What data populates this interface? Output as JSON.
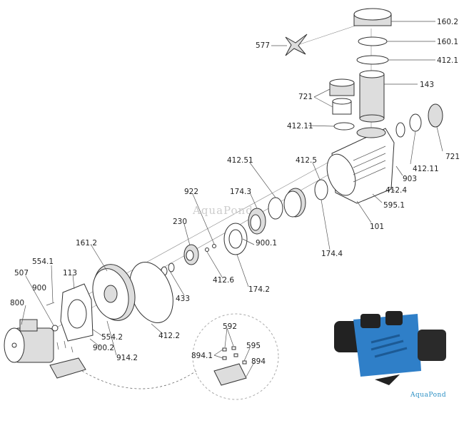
{
  "diagram": {
    "watermark": "AquaPond",
    "logo": "AquaPond",
    "labels": {
      "p160_2": "160.2",
      "p160_1": "160.1",
      "p412_1": "412.1",
      "p577": "577",
      "p143": "143",
      "p721a": "721",
      "p412_11a": "412.11",
      "p412_51": "412.51",
      "p412_5": "412.5",
      "p174_3": "174.3",
      "p922": "922",
      "p230": "230",
      "p161_2": "161.2",
      "p554_1": "554.1",
      "p507": "507",
      "p113": "113",
      "p900": "900",
      "p800": "800",
      "p433": "433",
      "p412_6": "412.6",
      "p174_2": "174.2",
      "p900_1": "900.1",
      "p174_4": "174.4",
      "p101": "101",
      "p595_1": "595.1",
      "p412_4": "412.4",
      "p903": "903",
      "p412_11b": "412.11",
      "p721b": "721",
      "p554_2": "554.2",
      "p900_2": "900.2",
      "p914_2": "914.2",
      "p412_2": "412.2",
      "p592": "592",
      "p894_1": "894.1",
      "p595": "595",
      "p894": "894"
    },
    "colors": {
      "pump_body": "#2f7fc8",
      "pump_dark": "#222222",
      "logo": "#2a8fc4"
    }
  }
}
